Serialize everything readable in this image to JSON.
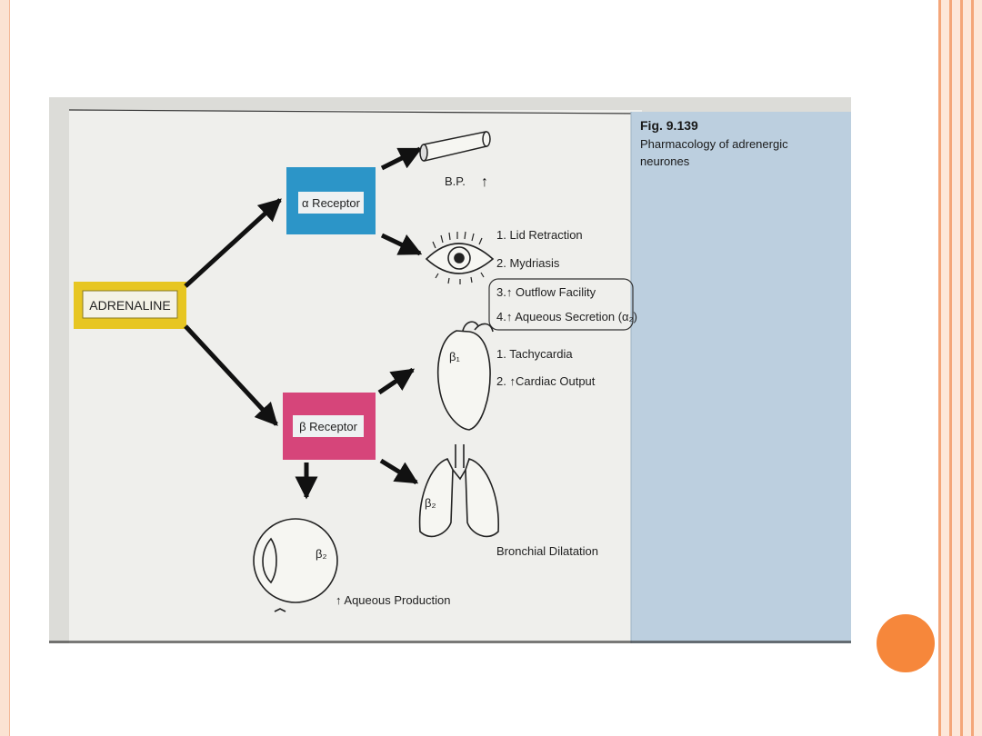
{
  "diagram": {
    "source": "ADRENALINE",
    "alpha_receptor": "α Receptor",
    "beta_receptor": "β Receptor",
    "bp_label": "B.P.",
    "eye_effects": [
      "1.  Lid Retraction",
      "2.  Mydriasis",
      "3.↑ Outflow Facility",
      "4.↑ Aqueous Secretion (α₂)"
    ],
    "heart_label": "β₁",
    "heart_effects": [
      "1.  Tachycardia",
      "2.  ↑Cardiac  Output"
    ],
    "lung_label": "β₂",
    "lung_effect": "Bronchial Dilatation",
    "eyeball_label": "β₂",
    "eyeball_effect": "↑ Aqueous Production"
  },
  "caption": {
    "fig": "Fig. 9.139",
    "text": "Pharmacology of adrenergic neurones"
  },
  "colors": {
    "adrenaline_box": "#e7c622",
    "alpha_box": "#2c95c8",
    "beta_box": "#d6457a",
    "caption_panel": "#bccfdf",
    "accent_orange": "#f6873b"
  }
}
